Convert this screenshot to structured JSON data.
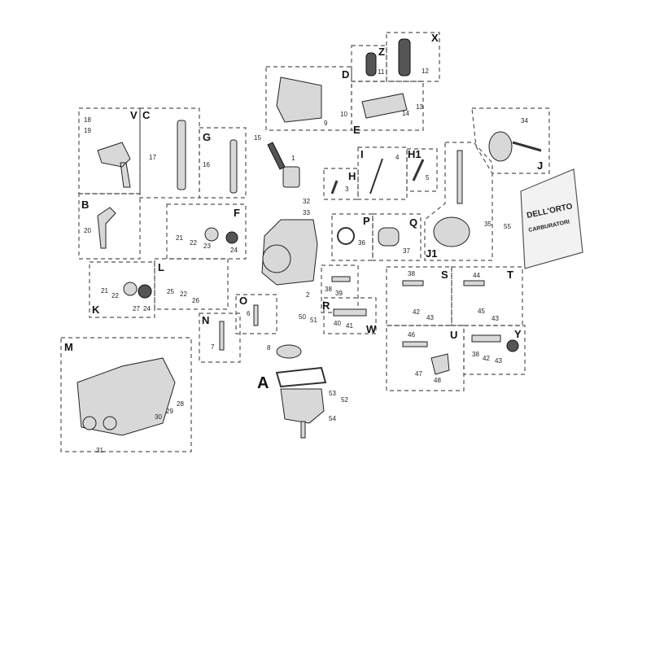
{
  "title_letter": "A",
  "box_letters": [
    "V",
    "C",
    "G",
    "B",
    "F",
    "K",
    "L",
    "M",
    "N",
    "O",
    "D",
    "E",
    "Z",
    "X",
    "H",
    "I",
    "H1",
    "P",
    "Q",
    "J1",
    "J",
    "R",
    "W",
    "S",
    "T",
    "U",
    "Y"
  ],
  "part_numbers": [
    "18",
    "19",
    "17",
    "16",
    "20",
    "21",
    "22",
    "23",
    "24",
    "21",
    "22",
    "27",
    "24",
    "25",
    "22",
    "26",
    "15",
    "1",
    "32",
    "33",
    "9",
    "10",
    "11",
    "12",
    "13",
    "14",
    "3",
    "4",
    "5",
    "36",
    "37",
    "35",
    "34",
    "55",
    "2",
    "38",
    "39",
    "40",
    "41",
    "6",
    "50",
    "51",
    "7",
    "8",
    "53",
    "52",
    "54",
    "28",
    "29",
    "30",
    "31",
    "38",
    "42",
    "43",
    "44",
    "45",
    "43",
    "46",
    "47",
    "48",
    "38",
    "42",
    "43"
  ],
  "bag": {
    "brand": "DELL'ORTO",
    "subtitle": "CARBURATORI"
  }
}
